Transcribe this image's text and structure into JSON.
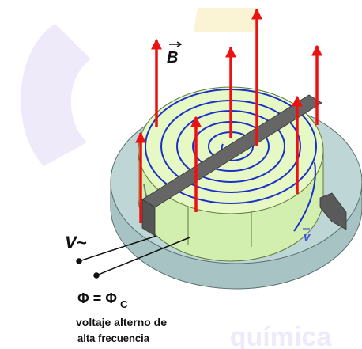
{
  "labels": {
    "magnetic_field": "B",
    "ac_voltage": "V~",
    "potential": "Φ = Φ",
    "potential_subscript": "C",
    "caption_line1": "voltaje alterno de",
    "caption_line2": "alta frecuencia",
    "velocity": "v",
    "watermark": "química"
  },
  "colors": {
    "field_arrow": "#ee1111",
    "spiral_path": "#1a30c8",
    "dee_top": "#e6f8c4",
    "dee_side": "#d2efb0",
    "base_top": "#bed6d6",
    "base_side": "#a7c3c3",
    "gap_bar": "#666666",
    "watermark": "#ece7f8"
  }
}
